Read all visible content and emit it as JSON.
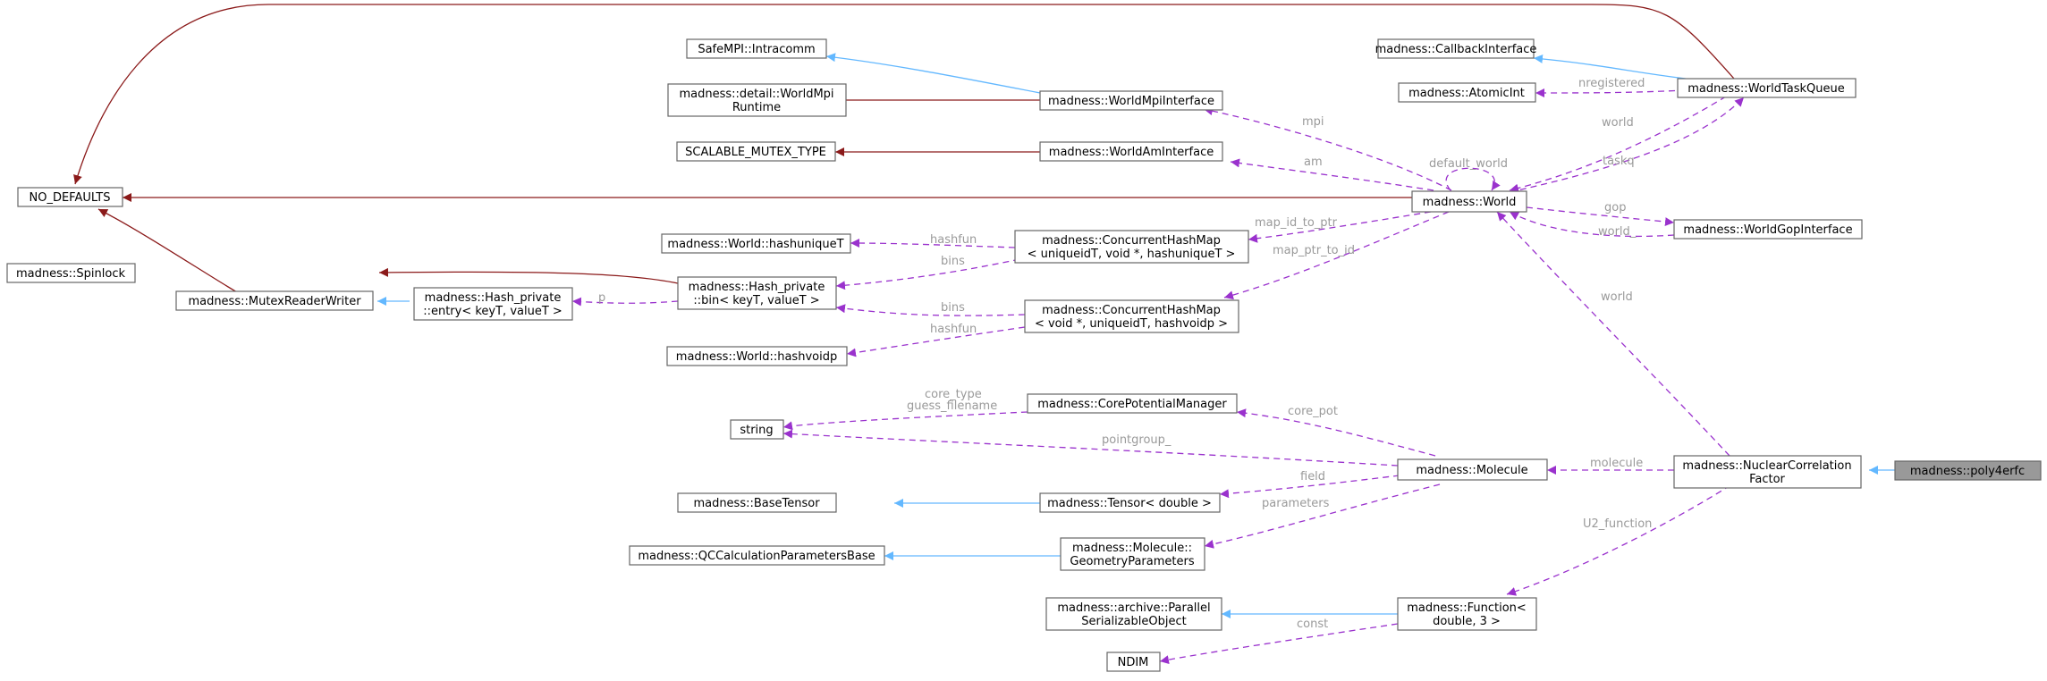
{
  "nodes": {
    "poly4erfc": "madness::poly4erfc",
    "nuclear_correlation_factor": [
      "madness::NuclearCorrelation",
      "Factor"
    ],
    "no_defaults": "NO_DEFAULTS",
    "spinlock": "madness::Spinlock",
    "mutex_reader_writer": "madness::MutexReaderWriter",
    "hash_private_entry": [
      "madness::Hash_private",
      "::entry< keyT, valueT >"
    ],
    "hash_private_bin": [
      "madness::Hash_private",
      "::bin< keyT, valueT >"
    ],
    "world_hashuniquet": "madness::World::hashuniqueT",
    "world_hashvoidp": "madness::World::hashvoidp",
    "chm_unique": [
      "madness::ConcurrentHashMap",
      "< uniqueidT, void *, hashuniqueT >"
    ],
    "chm_void": [
      "madness::ConcurrentHashMap",
      "< void *, uniqueidT, hashvoidp >"
    ],
    "safempi_intracomm": "SafeMPI::Intracomm",
    "worldmpi_runtime": [
      "madness::detail::WorldMpi",
      "Runtime"
    ],
    "scalable_mutex_type": "SCALABLE_MUTEX_TYPE",
    "world_mpi_interface": "madness::WorldMpiInterface",
    "world_am_interface": "madness::WorldAmInterface",
    "world": "madness::World",
    "callback_interface": "madness::CallbackInterface",
    "atomic_int": "madness::AtomicInt",
    "world_task_queue": "madness::WorldTaskQueue",
    "world_gop_interface": "madness::WorldGopInterface",
    "string": "string",
    "core_potential_manager": "madness::CorePotentialManager",
    "base_tensor": "madness::BaseTensor",
    "tensor_double": "madness::Tensor< double >",
    "molecule": "madness::Molecule",
    "qc_calc_params": "madness::QCCalculationParametersBase",
    "geometry_parameters": [
      "madness::Molecule::",
      "GeometryParameters"
    ],
    "parallel_serializable": [
      "madness::archive::Parallel",
      "SerializableObject"
    ],
    "function_double3": [
      "madness::Function<",
      "double, 3 >"
    ],
    "ndim": "NDIM"
  },
  "edge_labels": {
    "default_world": "default_world",
    "mpi": "mpi",
    "am": "am",
    "world_tq": "world",
    "taskq": "taskq",
    "nregistered": "nregistered",
    "gop": "gop",
    "world_gop": "world_",
    "hashfun_unique": "hashfun",
    "map_id_to_ptr": "map_id_to_ptr",
    "bins_unique": "bins",
    "map_ptr_to_id": "map_ptr_to_id",
    "p": "p",
    "bins_void": "bins",
    "hashfun_void": "hashfun",
    "world_ncf": "world",
    "core_type": "core_type",
    "guess_filename": "guess_filename",
    "core_pot": "core_pot",
    "pointgroup": "pointgroup_",
    "field": "field",
    "parameters": "parameters",
    "molecule": "molecule",
    "u2_function": "U2_function",
    "const": "const"
  },
  "colors": {
    "inheritance": "#63b8ff",
    "usage": "#9a32cd",
    "template": "#8b1a1a",
    "root_fill": "#999999"
  }
}
